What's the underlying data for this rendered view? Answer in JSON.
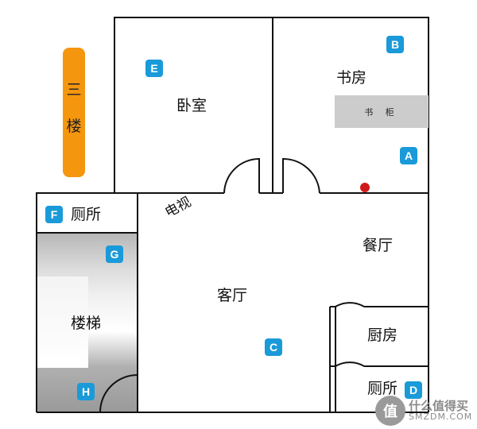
{
  "floor_tag": {
    "chars": [
      "三",
      "楼"
    ],
    "color": "#f5960f"
  },
  "rooms": {
    "bedroom": "卧室",
    "study": "书房",
    "dining": "餐厅",
    "living": "客厅",
    "toilet_left": "厕所",
    "stairs": "楼梯",
    "kitchen": "厨房",
    "toilet_right": "厕所"
  },
  "furniture": {
    "bookcase": "书 柜",
    "tv": "电视"
  },
  "markers": {
    "A": "A",
    "B": "B",
    "C": "C",
    "D": "D",
    "E": "E",
    "F": "F",
    "G": "G",
    "H": "H"
  },
  "marker_color": "#1a9ad9",
  "wall_color": "#111111",
  "outlet_dot_color": "#d11818",
  "watermark": {
    "logo": "值",
    "cn": "什么值得买",
    "en": "SMZDM.COM"
  }
}
